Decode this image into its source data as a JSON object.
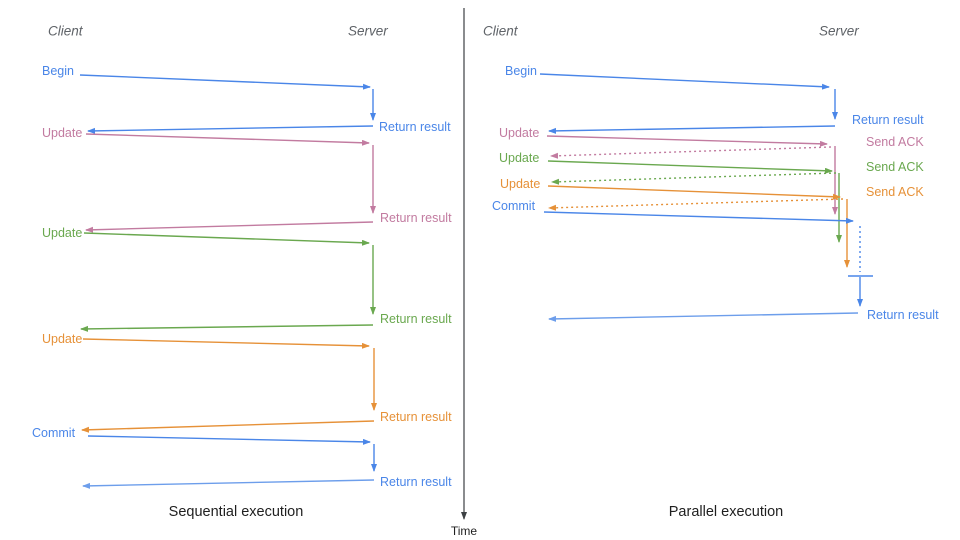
{
  "colors": {
    "blue": "#4a86e8",
    "blue_light": "#6d9eeb",
    "pink": "#c27ba0",
    "green": "#6aa84f",
    "orange": "#e69138",
    "header_gray": "#5f6368",
    "axis": "#3c4043",
    "caption_black": "#1f1f1f"
  },
  "time_axis": {
    "label": "Time"
  },
  "sequential": {
    "client_header": "Client",
    "server_header": "Server",
    "caption": "Sequential execution",
    "messages": [
      {
        "label": "Begin",
        "color": "blue",
        "response": "Return result",
        "response_style": "solid"
      },
      {
        "label": "Update",
        "color": "pink",
        "response": "Return result",
        "response_style": "solid"
      },
      {
        "label": "Update",
        "color": "green",
        "response": "Return result",
        "response_style": "solid"
      },
      {
        "label": "Update",
        "color": "orange",
        "response": "Return result",
        "response_style": "solid"
      },
      {
        "label": "Commit",
        "color": "blue",
        "response": "Return result",
        "response_style": "solid"
      }
    ]
  },
  "parallel": {
    "client_header": "Client",
    "server_header": "Server",
    "caption": "Parallel execution",
    "messages": [
      {
        "label": "Begin",
        "color": "blue",
        "response": "Return result",
        "response_style": "solid"
      },
      {
        "label": "Update",
        "color": "pink",
        "response": "Send ACK",
        "response_style": "dotted"
      },
      {
        "label": "Update",
        "color": "green",
        "response": "Send ACK",
        "response_style": "dotted"
      },
      {
        "label": "Update",
        "color": "orange",
        "response": "Send ACK",
        "response_style": "dotted"
      },
      {
        "label": "Commit",
        "color": "blue",
        "response": "Return result",
        "response_style": "dotted-then-solid"
      }
    ]
  }
}
